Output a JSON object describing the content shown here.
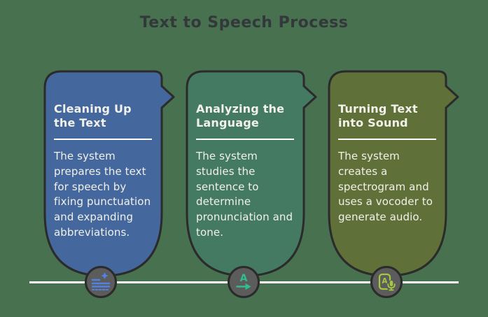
{
  "page_title": "Text to Speech Process",
  "colors": {
    "background": "#48714F",
    "outline": "#2B2B2B",
    "title_text": "#33383A",
    "card_text": "#F2F1EA",
    "divider": "#FFFFFF",
    "timeline_line": "#FFFFFF",
    "circle_fill": "#5C5C5C"
  },
  "cards": [
    {
      "title": "Cleaning Up the Text",
      "description": "The system prepares the text for speech by fixing punctuation and expanding abbreviations.",
      "color": "#44689E",
      "icon": "text-cleanup-sparkle-icon",
      "icon_color": "#4F82E3",
      "icon_letter": ""
    },
    {
      "title": "Analyzing the Language",
      "description": "The system studies the sentence to determine pronunciation and tone.",
      "color": "#457A62",
      "icon": "language-analysis-arrow-icon",
      "icon_color": "#2FBD8D",
      "icon_letter": "A"
    },
    {
      "title": "Turning Text into Sound",
      "description": "The system creates a spectrogram and uses a vocoder to generate audio.",
      "color": "#5F7038",
      "icon": "text-to-audio-mic-icon",
      "icon_color": "#A5C93E",
      "icon_letter": "A"
    }
  ]
}
